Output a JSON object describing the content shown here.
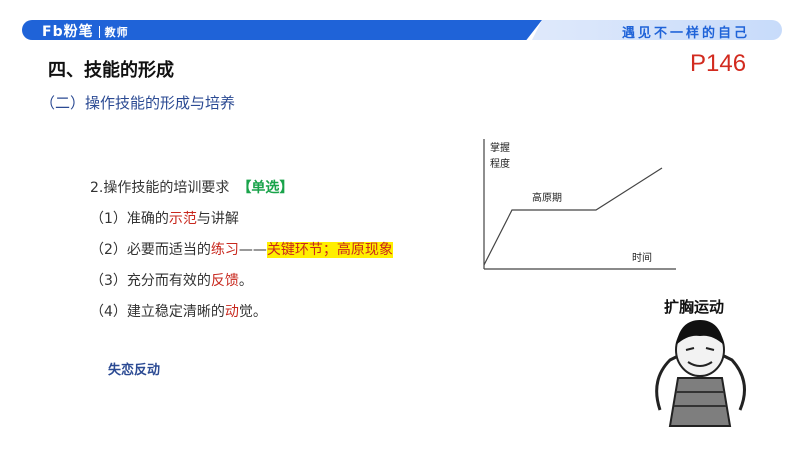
{
  "header": {
    "logo_main": "Fb粉笔",
    "logo_sub": "教师",
    "slogan": "遇见不一样的自己",
    "brand_color": "#1f63d8"
  },
  "page_no": "P146",
  "title": "四、技能的形成",
  "subtitle": "（二）操作技能的形成与培养",
  "content": {
    "heading": "2.操作技能的培训要求",
    "tag": "【单选】",
    "items": [
      {
        "prefix": "（1）准确的",
        "key": "示范",
        "suffix": "与讲解"
      },
      {
        "prefix": "（2）必要而适当的",
        "key": "练习",
        "dash": "——",
        "highlight": "关键环节；高原现象"
      },
      {
        "prefix": "（3）充分而有效的",
        "key": "反馈",
        "suffix": "。"
      },
      {
        "prefix": "（4）建立稳定清晰的",
        "key": "动",
        "suffix": "觉。"
      }
    ]
  },
  "note": "失恋反动",
  "chart": {
    "ylabel_1": "掌握",
    "ylabel_2": "程度",
    "plateau_label": "高原期",
    "xlabel": "时间"
  },
  "meme": {
    "caption": "扩胸运动"
  }
}
